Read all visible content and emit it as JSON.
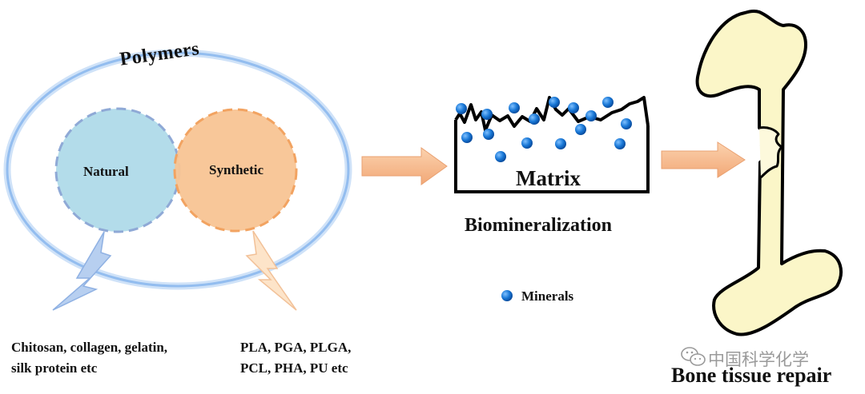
{
  "polymers": {
    "title": "Polymers",
    "natural": {
      "label": "Natural",
      "examples_line1": "Chitosan, collagen, gelatin,",
      "examples_line2": "silk protein etc"
    },
    "synthetic": {
      "label": "Synthetic",
      "examples_line1": "PLA, PGA, PLGA,",
      "examples_line2": "PCL, PHA, PU etc"
    }
  },
  "matrix": {
    "label": "Matrix",
    "process": "Biomineralization",
    "legend_label": "Minerals"
  },
  "outcome": {
    "label": "Bone tissue repair"
  },
  "watermark": {
    "text": "中国科学化学"
  },
  "colors": {
    "polymer_ring": "#a9ccf2",
    "natural_fill": "#b3dcea",
    "natural_border": "#8fa9d6",
    "synthetic_fill": "#f8c493",
    "synthetic_border": "#f2a361",
    "arrow_fill": "#f5b98a",
    "mineral_blue": "#1877d6",
    "bone_fill": "#fbf6c8",
    "natural_bolt": "#b7cff0",
    "synthetic_bolt": "#fde4c9"
  },
  "icons": [
    "lightning-bolt-icon",
    "arrow-right-icon",
    "mineral-dot-icon",
    "bone-icon",
    "wechat-icon"
  ]
}
